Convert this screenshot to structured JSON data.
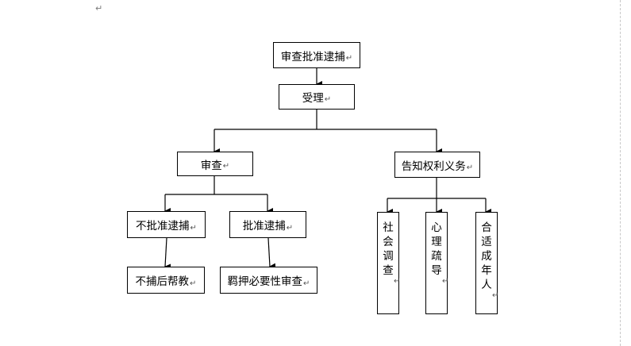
{
  "page_mark": "↵",
  "paragraph_mark": "↵",
  "nodes": {
    "root": "审查批准逮捕",
    "accept": "受理",
    "review": "审查",
    "inform": "告知权利义务",
    "not_approve": "不批准逮捕",
    "approve": "批准逮捕",
    "not_arrest_help": "不捕后帮教",
    "custody_review": "羁押必要性审查",
    "social_investigation": [
      "社",
      "会",
      "调",
      "查"
    ],
    "psych_counsel": [
      "心",
      "理",
      "疏",
      "导"
    ],
    "appropriate_adult": [
      "合",
      "适",
      "成",
      "年",
      "人"
    ]
  }
}
